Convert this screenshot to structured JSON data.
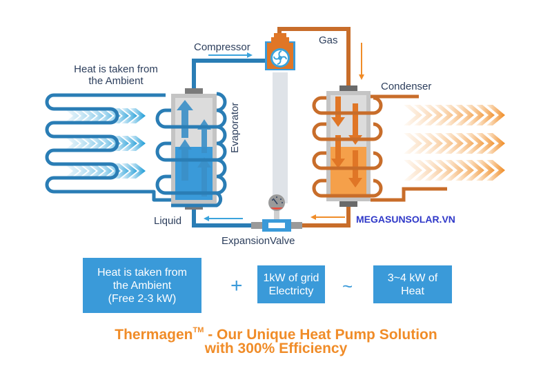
{
  "labels": {
    "compressor": "Compressor",
    "gas": "Gas",
    "heat_from_ambient_line1": "Heat is taken from",
    "heat_from_ambient_line2": "the Ambient",
    "evaporator": "Evaporator",
    "condenser": "Condenser",
    "liquid": "Liquid",
    "expansion_valve": "ExpansionValve",
    "brand": "MEGASUNSOLAR.VN"
  },
  "equation": {
    "term1": [
      "Heat is taken from",
      "the Ambient",
      "(Free 2-3 kW)"
    ],
    "plus": "+",
    "term2": [
      "1kW of grid",
      "Electricty"
    ],
    "approx": "~",
    "term3": [
      "3~4 kW of",
      "Heat"
    ]
  },
  "title": {
    "brand_name": "Thermagen",
    "trademark": "TM",
    "line1_rest": " - Our Unique Heat Pump Solution",
    "line2": "with 300% Efficiency"
  },
  "colors": {
    "cold_pipe": "#2a7db5",
    "cold_fluid": "#3a9ad9",
    "hot_pipe": "#c86d2a",
    "hot_fluid": "#f5a04a",
    "accent_orange": "#f08c28",
    "label_text": "#2c3e5c",
    "brand_text": "#2f38c8",
    "tank_gray": "#c8c8c8"
  }
}
